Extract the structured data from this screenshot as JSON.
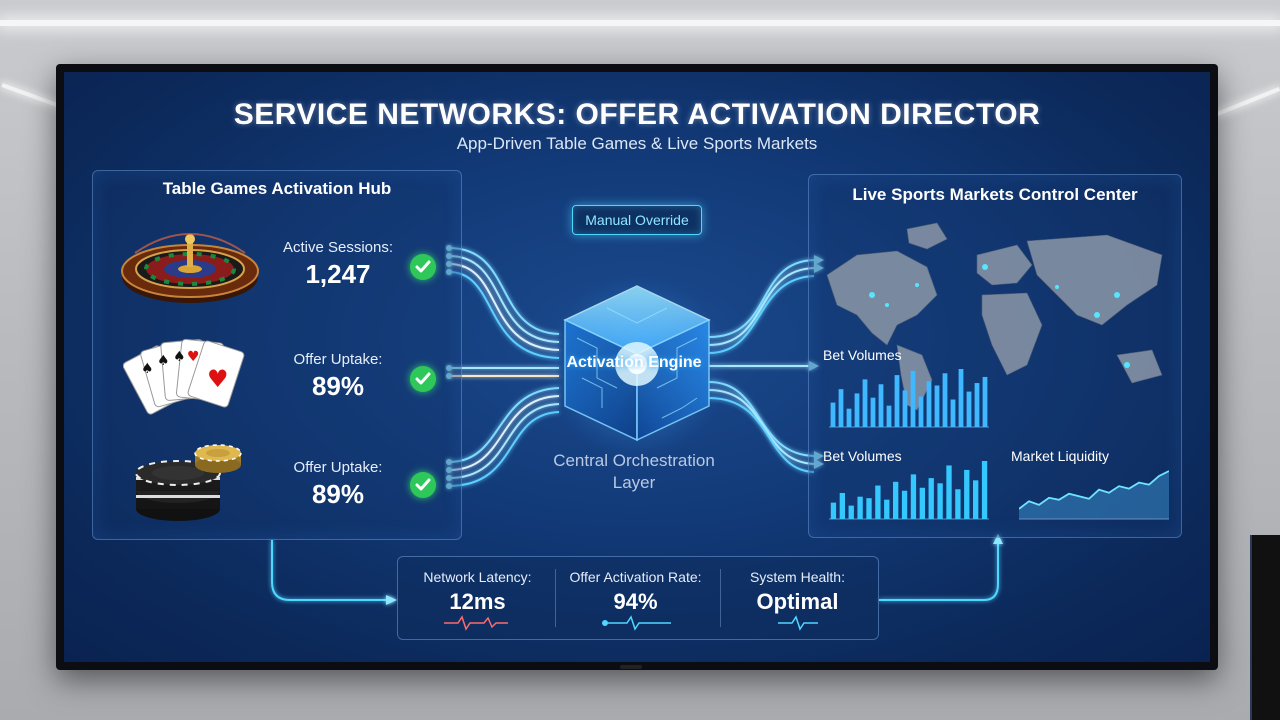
{
  "title": "SERVICE NETWORKS: OFFER ACTIVATION DIRECTOR",
  "subtitle": "App-Driven Table Games & Live Sports Markets",
  "table_games": {
    "title": "Table Games Activation Hub",
    "stats": [
      {
        "label": "Active Sessions:",
        "value": "1,247",
        "icon": "roulette-wheel-icon"
      },
      {
        "label": "Offer Uptake:",
        "value": "89%",
        "icon": "playing-cards-icon"
      },
      {
        "label": "Offer Uptake:",
        "value": "89%",
        "icon": "poker-chips-icon"
      }
    ]
  },
  "center": {
    "override_label": "Manual Override",
    "engine_label": "Activation Engine",
    "layer_label_line1": "Central Orchestration",
    "layer_label_line2": "Layer"
  },
  "sports": {
    "title": "Live Sports Markets Control Center",
    "map_chart_label": "Bet Volumes",
    "bet_volumes_label": "Bet Volumes",
    "liquidity_label": "Market Liquidity"
  },
  "bottom_metrics": [
    {
      "label": "Network Latency:",
      "value": "12ms"
    },
    {
      "label": "Offer Activation Rate:",
      "value": "94%"
    },
    {
      "label": "System Health:",
      "value": "Optimal"
    }
  ],
  "colors": {
    "accent": "#4fd7ff",
    "check_green": "#2ec85a",
    "screen_bg": "#123a78"
  },
  "chart_data": [
    {
      "type": "bar",
      "title": "Bet Volumes",
      "values": [
        40,
        62,
        30,
        55,
        78,
        48,
        70,
        35,
        85,
        60,
        92,
        50,
        75,
        68,
        88,
        45,
        95,
        58,
        72,
        82
      ]
    },
    {
      "type": "bar",
      "title": "Bet Volumes",
      "values": [
        22,
        35,
        18,
        30,
        28,
        45,
        26,
        50,
        38,
        60,
        42,
        55,
        48,
        72,
        40,
        66,
        52,
        78
      ]
    },
    {
      "type": "area",
      "title": "Market Liquidity",
      "values": [
        20,
        35,
        28,
        42,
        38,
        50,
        45,
        40,
        58,
        52,
        65,
        60,
        72,
        68,
        85,
        95
      ]
    }
  ]
}
